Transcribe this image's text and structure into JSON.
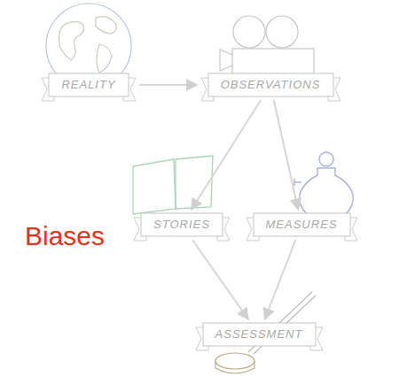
{
  "diagram": {
    "nodes": [
      {
        "text": [
          "REALITY"
        ]
      },
      {
        "text": [
          "OBSERVATIONS"
        ]
      },
      {
        "text": [
          "STORIES"
        ]
      },
      {
        "text": [
          "MEASURES"
        ]
      },
      {
        "text": [
          "ASSESSMENT"
        ]
      }
    ],
    "edges": [
      {
        "from": 0,
        "to": 1,
        "arrow": "to"
      },
      {
        "from": 1,
        "to": 2,
        "arrow": "to"
      },
      {
        "from": 1,
        "to": 3,
        "arrow": "to"
      },
      {
        "from": 2,
        "to": 4,
        "arrow": "to"
      },
      {
        "from": 3,
        "to": 4,
        "arrow": "to"
      }
    ],
    "labels": [
      "Biases"
    ]
  }
}
